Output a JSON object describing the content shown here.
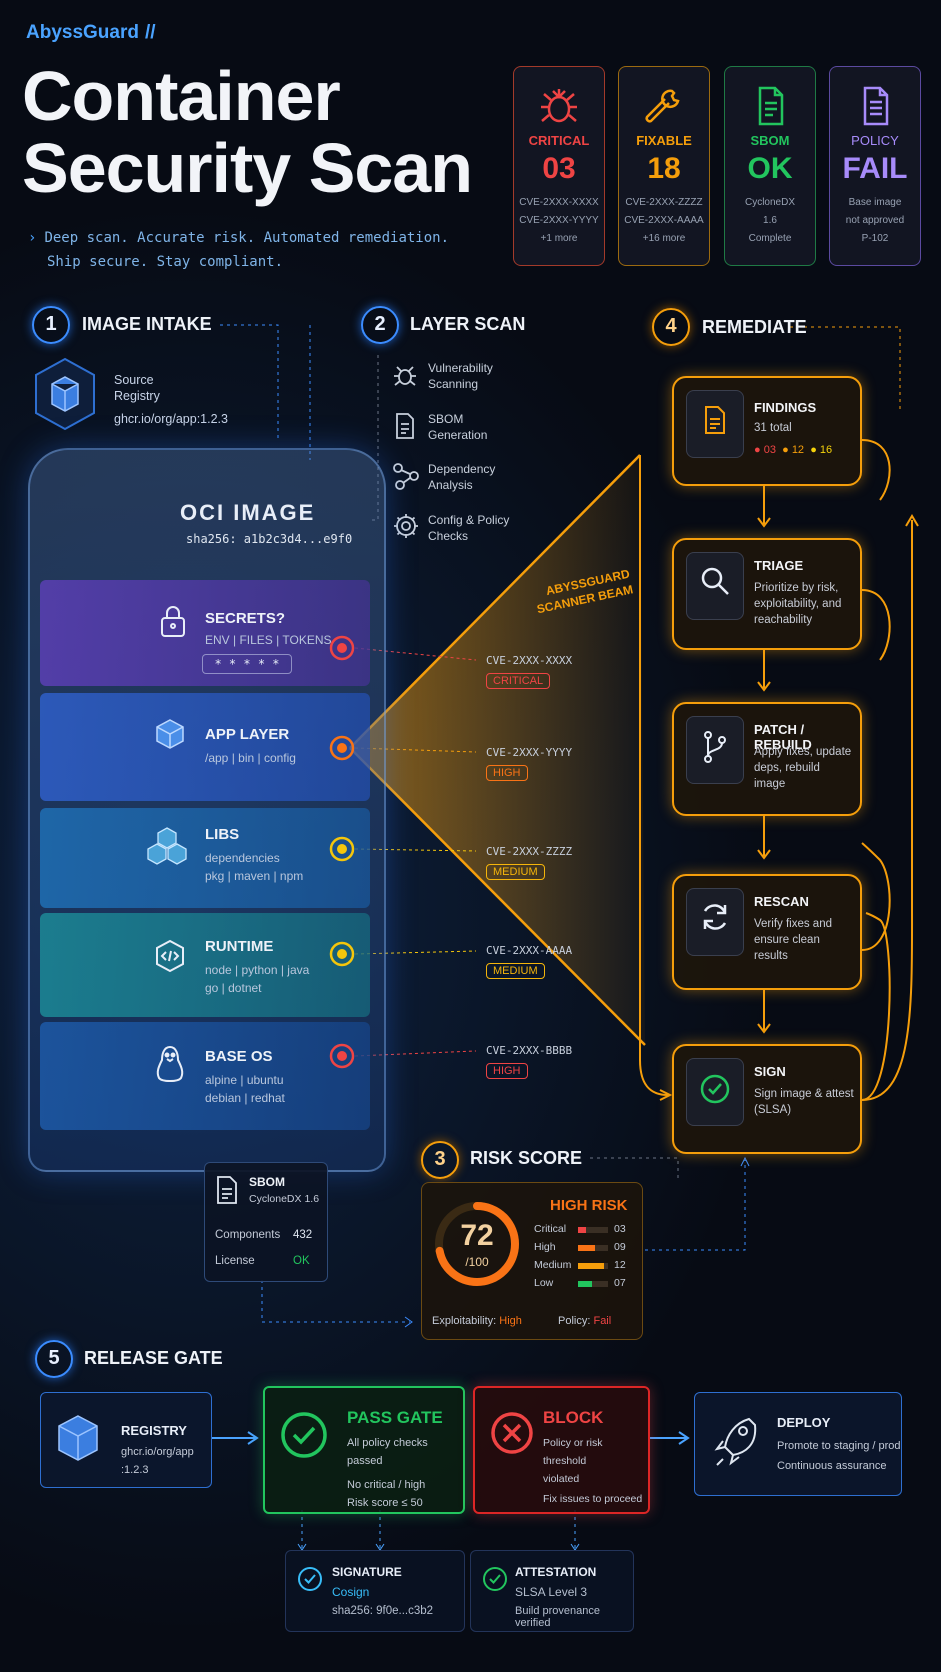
{
  "brand": "AbyssGuard",
  "brand_mark": "//",
  "title": {
    "line1": "Container",
    "line2": "Security Scan"
  },
  "tagline": {
    "line1": "Deep scan. Accurate risk. Automated remediation.",
    "line2": "Ship secure. Stay compliant."
  },
  "summary_cards": [
    {
      "label": "CRITICAL",
      "value": "03",
      "lines": [
        "CVE-2XXX-XXXX",
        "CVE-2XXX-YYYY",
        "+1 more"
      ],
      "color": "#ef4444",
      "icon": "bug-icon"
    },
    {
      "label": "FIXABLE",
      "value": "18",
      "lines": [
        "CVE-2XXX-ZZZZ",
        "CVE-2XXX-AAAA",
        "+16 more"
      ],
      "color": "#f59e0b",
      "icon": "wrench-icon"
    },
    {
      "label": "SBOM",
      "value": "OK",
      "lines": [
        "CycloneDX",
        "1.6",
        "Complete"
      ],
      "color": "#22c55e",
      "icon": "document-icon"
    },
    {
      "label": "POLICY",
      "value": "FAIL",
      "lines": [
        "Base image",
        "not approved",
        "P-102"
      ],
      "color": "#a78bfa",
      "icon": "policy-doc-icon"
    }
  ],
  "section1": {
    "num": "1",
    "title": "IMAGE INTAKE",
    "source_label": "Source Registry",
    "source_value": "ghcr.io/org/app:1.2.3"
  },
  "section2": {
    "num": "2",
    "title": "LAYER SCAN",
    "items": [
      "Vulnerability Scanning",
      "SBOM Generation",
      "Dependency Analysis",
      "Config & Policy Checks"
    ]
  },
  "section3": {
    "num": "3",
    "title": "RISK SCORE",
    "score": "72",
    "out_of": "/100",
    "level": "HIGH RISK",
    "rows": [
      {
        "label": "Critical",
        "value": "03",
        "color": "#ef4444",
        "fill": 0.25
      },
      {
        "label": "High",
        "value": "09",
        "color": "#f97316",
        "fill": 0.55
      },
      {
        "label": "Medium",
        "value": "12",
        "color": "#f59e0b",
        "fill": 0.85
      },
      {
        "label": "Low",
        "value": "07",
        "color": "#22c55e",
        "fill": 0.45
      }
    ],
    "exploitability_label": "Exploitability:",
    "exploitability_value": "High",
    "policy_label": "Policy:",
    "policy_value": "Fail"
  },
  "section4": {
    "num": "4",
    "title": "REMEDIATE",
    "steps": [
      {
        "title": "FINDINGS",
        "desc": "31 total",
        "counts": [
          "03",
          "12",
          "16"
        ],
        "icon": "document-icon"
      },
      {
        "title": "TRIAGE",
        "desc": "Prioritize by risk, exploitability, and reachability",
        "icon": "magnifier-icon"
      },
      {
        "title": "PATCH / REBUILD",
        "desc": "Apply fixes, update deps, rebuild image",
        "icon": "branch-icon"
      },
      {
        "title": "RESCAN",
        "desc": "Verify fixes and ensure clean results",
        "icon": "refresh-icon"
      },
      {
        "title": "SIGN",
        "desc": "Sign image & attest (SLSA)",
        "icon": "check-circle-icon"
      }
    ]
  },
  "section5": {
    "num": "5",
    "title": "RELEASE GATE"
  },
  "oci": {
    "title": "OCI IMAGE",
    "hash": "sha256: a1b2c3d4...e9f0"
  },
  "beam_label": {
    "line1": "ABYSSGUARD",
    "line2": "SCANNER BEAM"
  },
  "layers": [
    {
      "name": "SECRETS?",
      "sub": [
        "ENV | FILES | TOKENS"
      ],
      "mask": "* * * * *",
      "icon": "lock-icon",
      "cve": "CVE-2XXX-XXXX",
      "severity": "CRITICAL",
      "sev_color": "#ef4444",
      "color": "#5b3fb5"
    },
    {
      "name": "APP LAYER",
      "sub": [
        "/app | bin | config"
      ],
      "icon": "cube-icon",
      "cve": "CVE-2XXX-YYYY",
      "severity": "HIGH",
      "sev_color": "#f97316",
      "color": "#2f5fc9"
    },
    {
      "name": "LIBS",
      "sub": [
        "dependencies",
        "pkg | maven | npm"
      ],
      "icon": "cubes-icon",
      "cve": "CVE-2XXX-ZZZZ",
      "severity": "MEDIUM",
      "sev_color": "#f5b50b",
      "color": "#1f6fb5"
    },
    {
      "name": "RUNTIME",
      "sub": [
        "node | python | java",
        "go | dotnet"
      ],
      "icon": "code-icon",
      "cve": "CVE-2XXX-AAAA",
      "severity": "MEDIUM",
      "sev_color": "#f5b50b",
      "color": "#1c8a98"
    },
    {
      "name": "BASE OS",
      "sub": [
        "alpine | ubuntu",
        "debian | redhat"
      ],
      "icon": "penguin-icon",
      "cve": "CVE-2XXX-BBBB",
      "severity": "HIGH",
      "sev_color": "#ef4444",
      "color": "#1d5aa8"
    }
  ],
  "sbom_box": {
    "title": "SBOM",
    "format": "CycloneDX 1.6",
    "components_label": "Components",
    "components_value": "432",
    "license_label": "License",
    "license_value": "OK"
  },
  "gates": {
    "registry": {
      "title": "REGISTRY",
      "lines": [
        "ghcr.io/org/app",
        ":1.2.3"
      ]
    },
    "pass": {
      "title": "PASS GATE",
      "lines": [
        "All policy checks passed",
        "No critical / high",
        "Risk score ≤ 50"
      ]
    },
    "block": {
      "title": "BLOCK",
      "lines": [
        "Policy or risk threshold",
        "violated",
        "Fix issues to proceed"
      ]
    },
    "deploy": {
      "title": "DEPLOY",
      "lines": [
        "Promote to staging / prod",
        "Continuous assurance"
      ]
    }
  },
  "signature": {
    "title": "SIGNATURE",
    "tool": "Cosign",
    "hash": "sha256: 9f0e...c3b2"
  },
  "attestation": {
    "title": "ATTESTATION",
    "level": "SLSA Level 3",
    "note": "Build provenance verified"
  }
}
